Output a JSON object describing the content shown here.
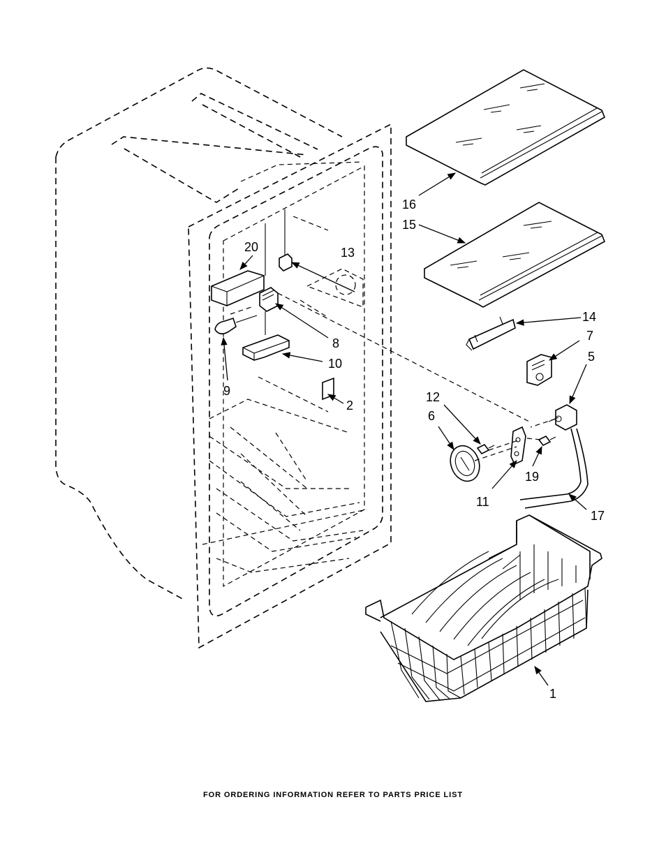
{
  "callouts": {
    "c1": "1",
    "c2": "2",
    "c5": "5",
    "c6": "6",
    "c7": "7",
    "c8": "8",
    "c9": "9",
    "c10": "10",
    "c11": "11",
    "c12": "12",
    "c13": "13",
    "c14": "14",
    "c15": "15",
    "c16": "16",
    "c17": "17",
    "c19": "19",
    "c20": "20"
  },
  "footer": {
    "text": "FOR ORDERING INFORMATION REFER TO PARTS PRICE LIST"
  }
}
